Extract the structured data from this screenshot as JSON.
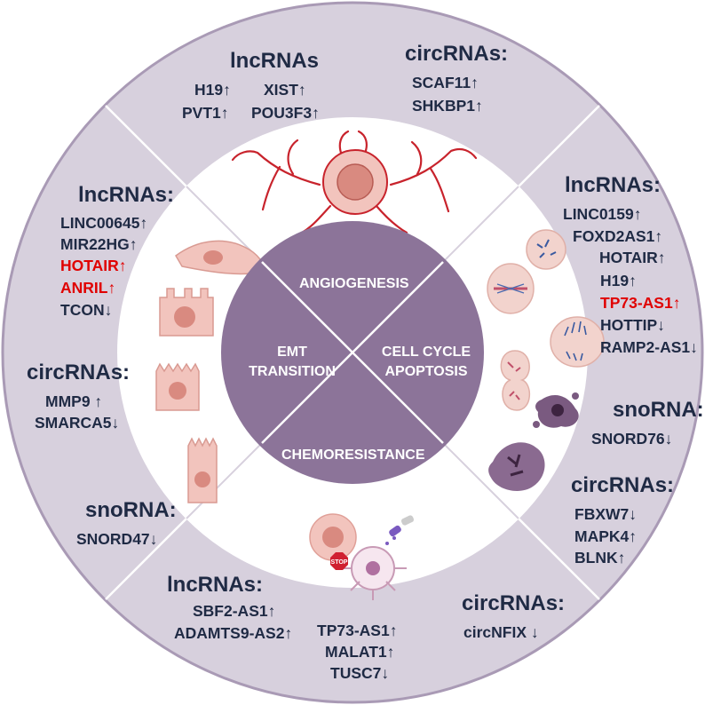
{
  "colors": {
    "outer_ring": "#d7d0dd",
    "outer_border": "#a99ab5",
    "white_ring": "#ffffff",
    "core": "#8c7499",
    "text": "#1f2a44",
    "highlight": "#e00000",
    "cell": "#f2c4bd",
    "nucleus": "#d98a80",
    "vessel": "#c8232c"
  },
  "core": {
    "angiogenesis": "ANGIOGENESIS",
    "emt": [
      "EMT",
      "TRANSITION"
    ],
    "cell_cycle": [
      "CELL CYCLE",
      "APOPTOSIS"
    ],
    "chemoresistance": "CHEMORESISTANCE"
  },
  "sections": {
    "top_lnc": {
      "title": "lncRNAs",
      "genes": [
        "H19↑",
        "XIST↑",
        "PVT1↑",
        "POU3F3↑"
      ]
    },
    "top_circ": {
      "title": "circRNAs:",
      "genes": [
        "SCAF11↑",
        "SHKBP1↑"
      ]
    },
    "left_lnc": {
      "title": "lncRNAs:",
      "genes": [
        "LINC00645↑",
        "MIR22HG↑",
        "HOTAIR↑",
        "ANRIL↑",
        "TCON↓"
      ]
    },
    "left_circ": {
      "title": "circRNAs:",
      "genes": [
        "MMP9 ↑",
        "SMARCA5↓"
      ]
    },
    "left_sno": {
      "title": "snoRNA:",
      "genes": [
        "SNORD47↓"
      ]
    },
    "right_lnc": {
      "title": "lncRNAs:",
      "genes": [
        "LINC0159↑",
        "FOXD2AS1↑",
        "HOTAIR↑",
        "H19↑",
        "TP73-AS1↑",
        "HOTTIP↓",
        "RAMP2-AS1↓"
      ]
    },
    "right_sno": {
      "title": "snoRNA:",
      "genes": [
        "SNORD76↓"
      ]
    },
    "right_circ": {
      "title": "circRNAs:",
      "genes": [
        "FBXW7↓",
        "MAPK4↑",
        "BLNK↑"
      ]
    },
    "bottom_lnc": {
      "title": "lncRNAs:",
      "genes": [
        "SBF2-AS1↑",
        "ADAMTS9-AS2↑",
        "TP73-AS1↑",
        "MALAT1↑",
        "TUSC7↓"
      ]
    },
    "bottom_circ": {
      "title": "circRNAs:",
      "genes": [
        "circNFIX ↓"
      ]
    }
  },
  "icons": {
    "stop_sign": "STOP"
  }
}
